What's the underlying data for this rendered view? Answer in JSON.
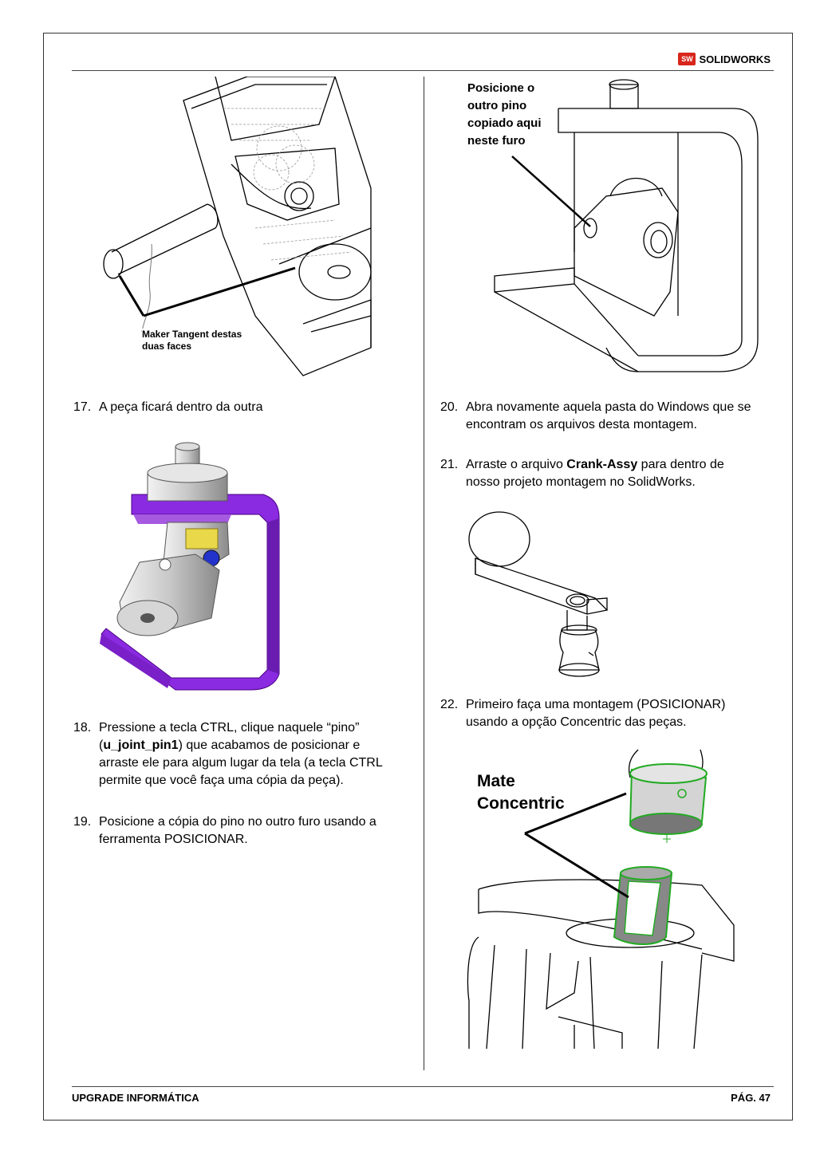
{
  "header": {
    "brand_logo": "SW",
    "brand": "SOLIDWORKS"
  },
  "figures": {
    "fig1_callout_line1": "Maker Tangent destas",
    "fig1_callout_line2": "duas faces",
    "fig2_callout": [
      "Posicione o",
      "outro pino",
      "copiado aqui",
      "neste furo"
    ],
    "fig5_callout": [
      "Mate",
      "Concentric"
    ]
  },
  "steps": {
    "s17": {
      "num": "17.",
      "text": "A peça ficará dentro da outra"
    },
    "s18": {
      "num": "18.",
      "line1": "Pressione a tecla CTRL, clique naquele “pino”",
      "line2_open": "(",
      "line2_bold": "u_joint_pin1",
      "line2_rest": ") que acabamos de posicionar e",
      "line3": "arraste ele para algum lugar da tela (a tecla CTRL",
      "line4": "permite que você faça uma cópia da peça)."
    },
    "s19": {
      "num": "19.",
      "line1": "Posicione a cópia do pino no outro furo usando a",
      "line2": "ferramenta POSICIONAR."
    },
    "s20": {
      "num": "20.",
      "line1": "Abra novamente aquela pasta do Windows que se",
      "line2": "encontram os arquivos desta montagem."
    },
    "s21": {
      "num": "21.",
      "line1_pre": "Arraste o arquivo ",
      "line1_bold": "Crank-Assy",
      "line1_post": " para dentro de",
      "line2": "nosso projeto montagem no SolidWorks."
    },
    "s22": {
      "num": "22.",
      "line1": "Primeiro faça uma montagem (POSICIONAR)",
      "line2": "usando a opção Concentric das peças."
    }
  },
  "footer": {
    "left": "UPGRADE INFORMÁTICA",
    "right": "PÁG. 47"
  }
}
